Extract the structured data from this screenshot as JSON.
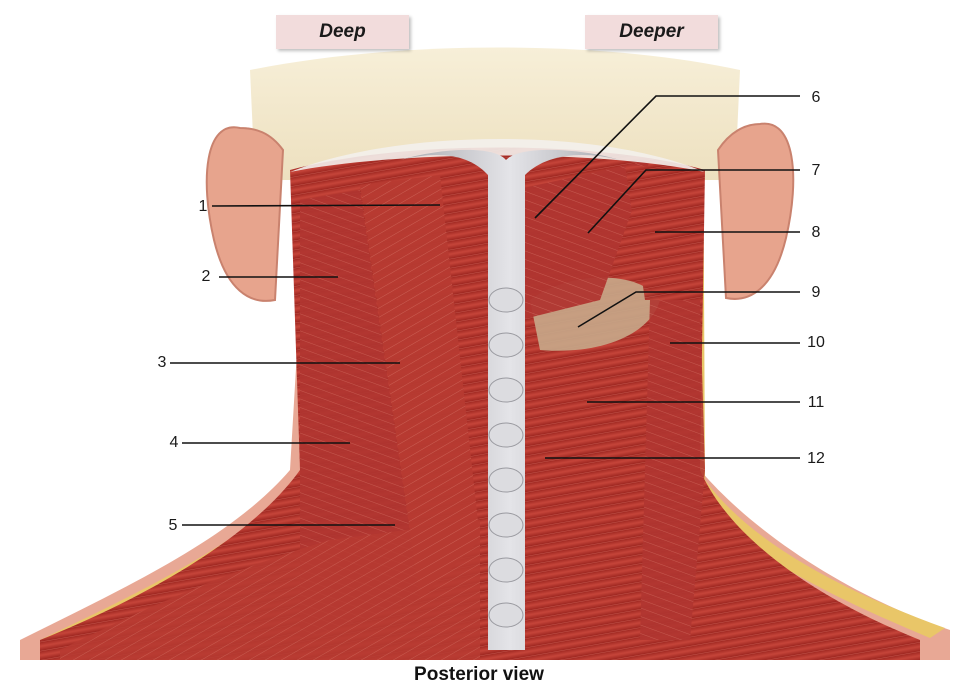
{
  "panels": {
    "left": "Deep",
    "right": "Deeper"
  },
  "caption": "Posterior view",
  "callouts": [
    {
      "id": "1"
    },
    {
      "id": "2"
    },
    {
      "id": "3"
    },
    {
      "id": "4"
    },
    {
      "id": "5"
    },
    {
      "id": "6"
    },
    {
      "id": "7"
    },
    {
      "id": "8"
    },
    {
      "id": "9"
    },
    {
      "id": "10"
    },
    {
      "id": "11"
    },
    {
      "id": "12"
    }
  ],
  "colors": {
    "muscle": "#b8342c",
    "muscle_dark": "#8e1f1a",
    "skin": "#e8a895",
    "fat": "#e9c668",
    "bone": "#c9c9cd",
    "scalp": "#f2e6c8",
    "panel_bg": "#f2dcdc"
  }
}
